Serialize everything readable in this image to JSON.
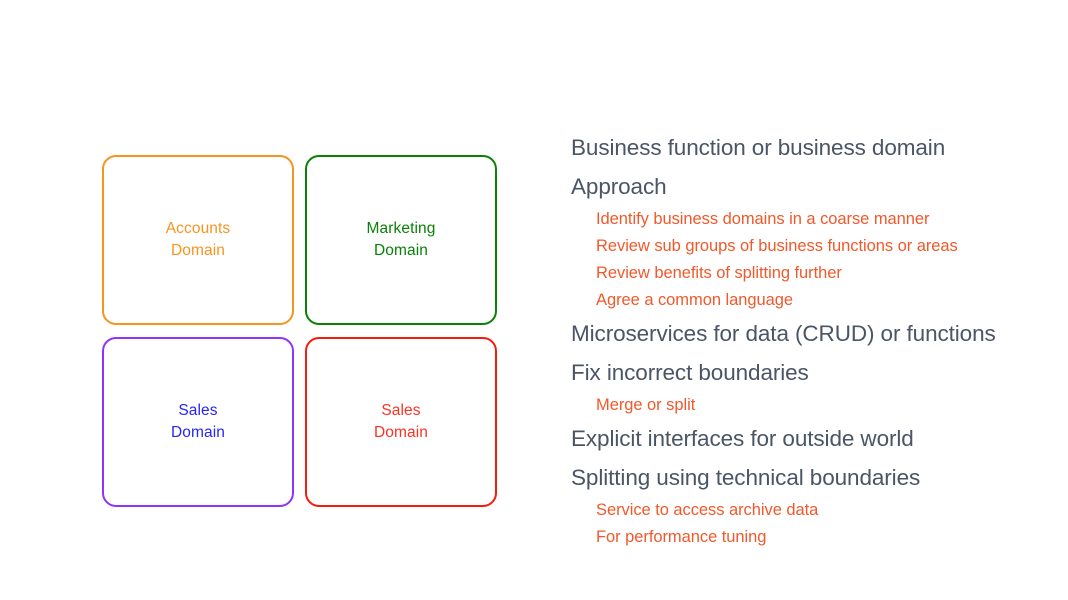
{
  "slide": {
    "background_color": "#ffffff"
  },
  "diagram": {
    "title": "domain-boxes",
    "boxes": [
      {
        "id": "accounts-domain",
        "line1": "Accounts",
        "line2": "Domain",
        "border_color": "#f7941e",
        "text_color": "#f7941e",
        "row": 0,
        "col": 0
      },
      {
        "id": "marketing-domain",
        "line1": "Marketing",
        "line2": "Domain",
        "border_color": "#098008",
        "text_color": "#098008",
        "row": 0,
        "col": 1
      },
      {
        "id": "sales-domain-blue",
        "line1": "Sales",
        "line2": "Domain",
        "border_color": "#9333f5",
        "text_color": "#2626f0",
        "row": 1,
        "col": 0
      },
      {
        "id": "sales-domain-red",
        "line1": "Sales",
        "line2": "Domain",
        "border_color": "#f41c0c",
        "text_color": "#fa3323",
        "row": 1,
        "col": 1
      }
    ]
  },
  "outline": {
    "heading_color": "#4a5565",
    "bullet_color": "#f0592b",
    "lines": [
      {
        "level": 0,
        "text": "Business function or business domain"
      },
      {
        "level": 0,
        "text": "Approach"
      },
      {
        "level": 1,
        "text": "Identify business domains in a coarse manner"
      },
      {
        "level": 1,
        "text": "Review sub groups of business functions or areas"
      },
      {
        "level": 1,
        "text": "Review benefits of splitting further"
      },
      {
        "level": 1,
        "text": "Agree a common language"
      },
      {
        "level": 0,
        "text": "Microservices for data (CRUD) or functions"
      },
      {
        "level": 0,
        "text": "Fix incorrect boundaries"
      },
      {
        "level": 1,
        "text": "Merge or split"
      },
      {
        "level": 0,
        "text": "Explicit interfaces for outside world"
      },
      {
        "level": 0,
        "text": "Splitting using technical boundaries"
      },
      {
        "level": 1,
        "text": "Service to access archive data"
      },
      {
        "level": 1,
        "text": "For performance tuning"
      }
    ]
  }
}
